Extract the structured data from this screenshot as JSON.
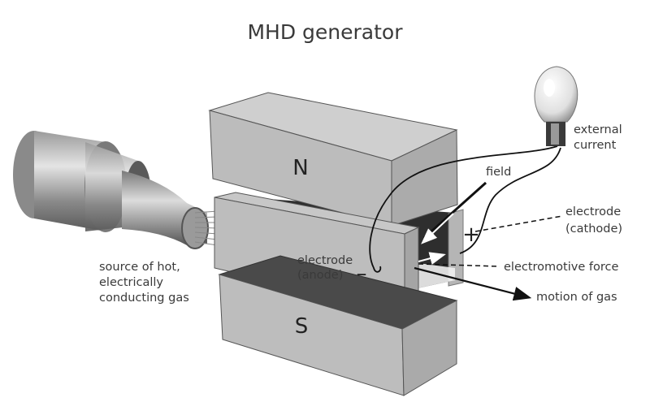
{
  "title": "MHD generator",
  "poles": {
    "north": "N",
    "south": "S"
  },
  "labels": {
    "external_current": [
      "external",
      "current"
    ],
    "field": "field",
    "cathode": [
      "electrode",
      "(cathode)"
    ],
    "anode": [
      "electrode",
      "(anode)"
    ],
    "emf": "electromotive force",
    "motion": "motion of gas",
    "source": [
      "source of hot,",
      "electrically",
      "conducting gas"
    ]
  },
  "signs": {
    "positive": "+",
    "negative": "–"
  },
  "colors": {
    "magnet_front": "#b9b9b9",
    "magnet_top": "#cfcfcf",
    "magnet_side": "#a9a9a9",
    "electrode_dark": "#2e2e2e",
    "text": "#3a3a3a"
  }
}
